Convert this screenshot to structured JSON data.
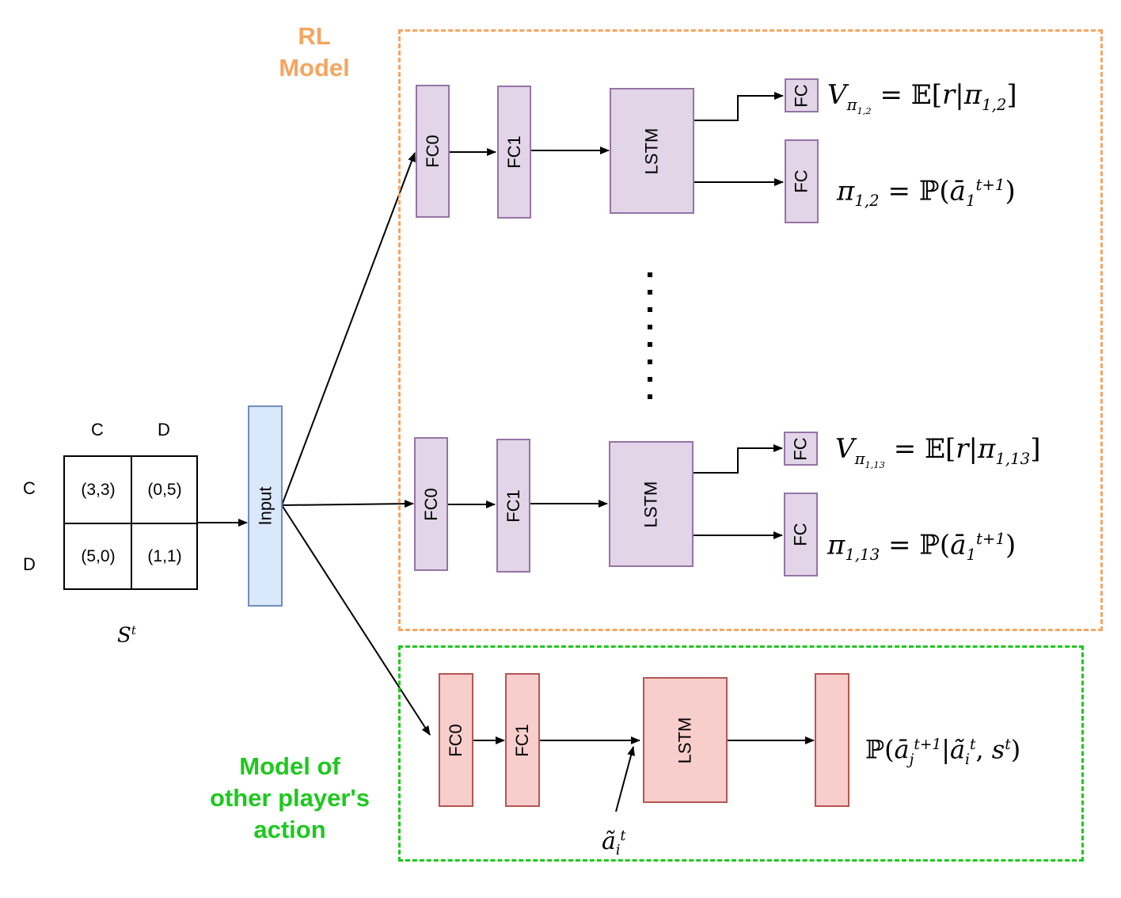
{
  "groups": {
    "rl_model": {
      "title": "RL\nModel",
      "color": "#f5a560"
    },
    "opponent_model": {
      "title": "Model of\nother player's\naction",
      "color": "#1ec81e"
    }
  },
  "payoff_matrix": {
    "column_headers": [
      "C",
      "D"
    ],
    "row_headers": [
      "C",
      "D"
    ],
    "cells": [
      [
        "(3,3)",
        "(0,5)"
      ],
      [
        "(5,0)",
        "(1,1)"
      ]
    ],
    "state_label": "S^t"
  },
  "input_block": {
    "label": "Input",
    "color": "#dae8fc"
  },
  "rl_branches": [
    {
      "fc0": "FC0",
      "fc1": "FC1",
      "lstm": "LSTM",
      "value_head": "FC",
      "policy_head": "FC",
      "value_formula": "V_{π_{1,2}} = 𝔼[r|π_{1,2}]",
      "policy_formula": "π_{1,2} = ℙ(ā_1^{t+1})"
    },
    {
      "fc0": "FC0",
      "fc1": "FC1",
      "lstm": "LSTM",
      "value_head": "FC",
      "policy_head": "FC",
      "value_formula": "V_{π_{1,13}} = 𝔼[r|π_{1,13}]",
      "policy_formula": "π_{1,13} = ℙ(ā_1^{t+1})"
    }
  ],
  "opponent_branch": {
    "fc0": "FC0",
    "fc1": "FC1",
    "lstm": "LSTM",
    "side_input": "ã_i^t",
    "output_formula": "ℙ(ā_j^{t+1}|ã_i^t, s^t)"
  },
  "colors": {
    "rl_block_fill": "#e1d5e7",
    "opponent_block_fill": "#f8cecc",
    "input_fill": "#dae8fc"
  }
}
